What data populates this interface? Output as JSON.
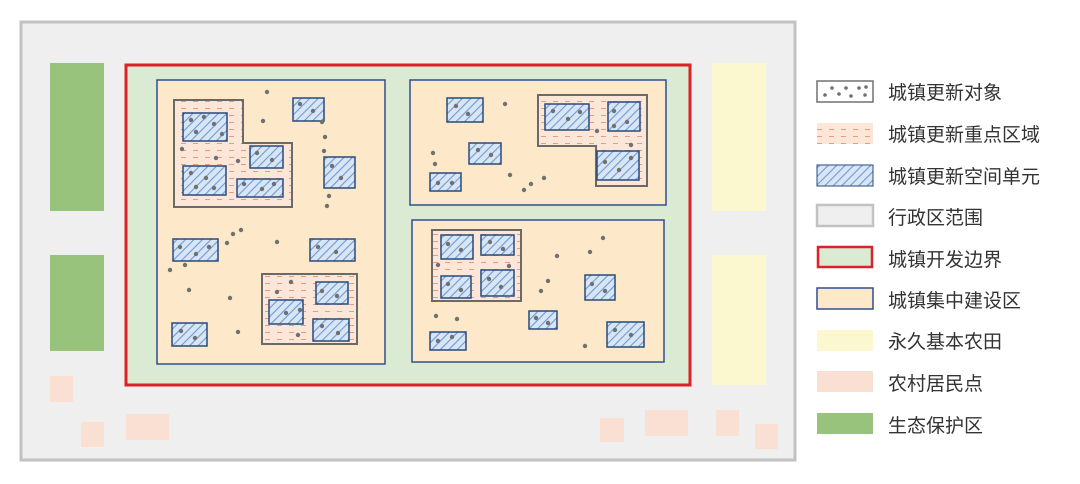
{
  "legend": {
    "items": [
      {
        "key": "renewal_object",
        "label": "城镇更新对象"
      },
      {
        "key": "renewal_key_area",
        "label": "城镇更新重点区域"
      },
      {
        "key": "renewal_unit",
        "label": "城镇更新空间单元"
      },
      {
        "key": "admin_area",
        "label": "行政区范围"
      },
      {
        "key": "dev_boundary",
        "label": "城镇开发边界"
      },
      {
        "key": "centralized_zone",
        "label": "城镇集中建设区"
      },
      {
        "key": "farmland",
        "label": "永久基本农田"
      },
      {
        "key": "rural_settlement",
        "label": "农村居民点"
      },
      {
        "key": "eco_protection",
        "label": "生态保护区"
      }
    ]
  },
  "colors": {
    "admin_area_fill": "#efefef",
    "admin_area_stroke": "#c2c2c2",
    "dev_boundary_fill": "#dbebd3",
    "dev_boundary_stroke": "#d9222a",
    "centralized_zone_fill": "#fde9c9",
    "centralized_zone_stroke": "#2f4f8f",
    "renewal_key_fill": "#fbe6d8",
    "renewal_key_dash": "#ee9a7a",
    "renewal_key_stroke": "#6a6a6a",
    "renewal_unit_fill": "#d7e5f5",
    "renewal_unit_hatch": "#6f9ad3",
    "renewal_unit_stroke": "#2a4a7a",
    "renewal_object_dot": "#707070",
    "farmland_fill": "#fbf8cf",
    "rural_settlement_fill": "#f9e0d3",
    "eco_protection_fill": "#97c37d"
  }
}
